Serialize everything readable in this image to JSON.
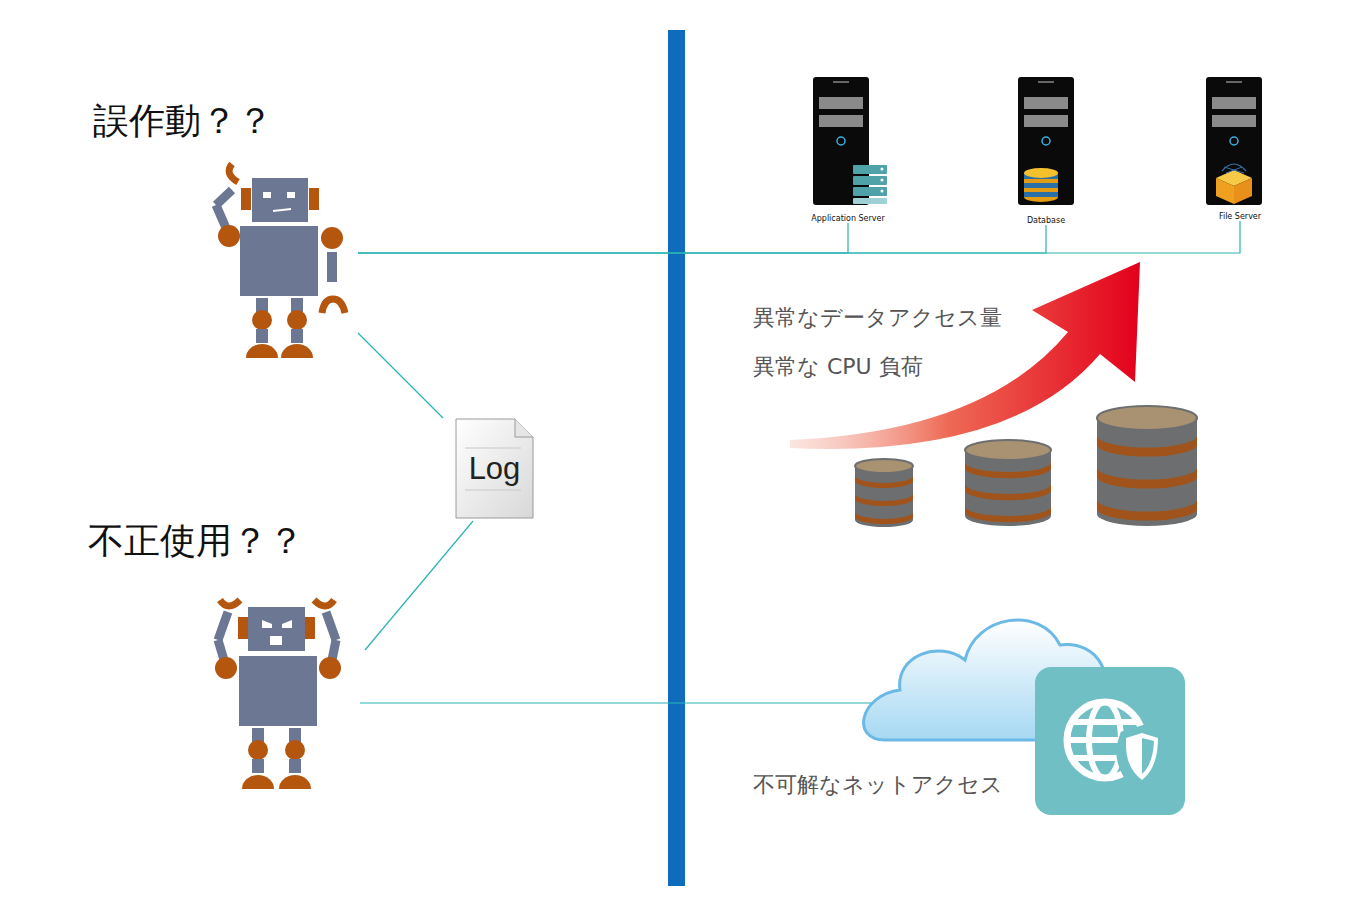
{
  "diagram": {
    "nodes": [
      {
        "text": [
          "誤作動？？"
        ]
      },
      {
        "text": [
          "Application Server"
        ]
      },
      {
        "text": [
          "Database"
        ]
      },
      {
        "text": [
          "File Server"
        ]
      },
      {
        "text": [
          "Log"
        ]
      },
      {
        "text": [
          "不正使用？？"
        ]
      }
    ],
    "edges": [
      {
        "from": 0,
        "to": 4,
        "arrow": "none"
      },
      {
        "from": 5,
        "to": 4,
        "arrow": "none"
      },
      {
        "from": 0,
        "to": 1,
        "arrow": "none"
      },
      {
        "from": 0,
        "to": 2,
        "arrow": "none"
      },
      {
        "from": 0,
        "to": 3,
        "arrow": "none"
      }
    ],
    "labels": [
      "異常なデータアクセス量",
      "異常な CPU 負荷",
      "不可解なネットアクセス"
    ]
  }
}
